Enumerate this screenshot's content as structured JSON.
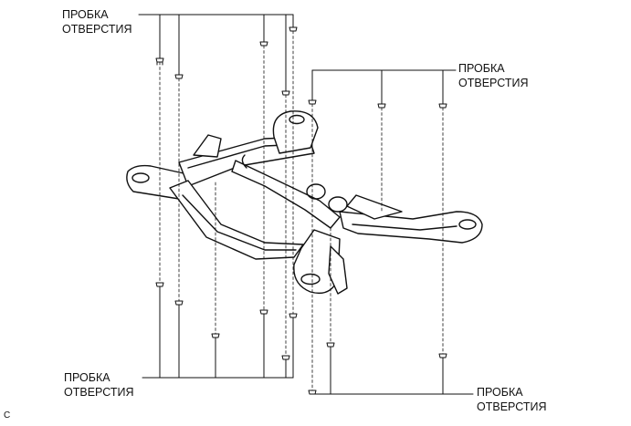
{
  "labels": {
    "top_left": {
      "line1": "ПРОБКА",
      "line2": "ОТВЕРСТИЯ"
    },
    "top_right": {
      "line1": "ПРОБКА",
      "line2": "ОТВЕРСТИЯ"
    },
    "bottom_left": {
      "line1": "ПРОБКА",
      "line2": "ОТВЕРСТИЯ"
    },
    "bottom_right": {
      "line1": "ПРОБКА",
      "line2": "ОТВЕРСТИЯ"
    }
  },
  "corner_code": "C",
  "colors": {
    "line": "#111111",
    "background": "#ffffff"
  }
}
